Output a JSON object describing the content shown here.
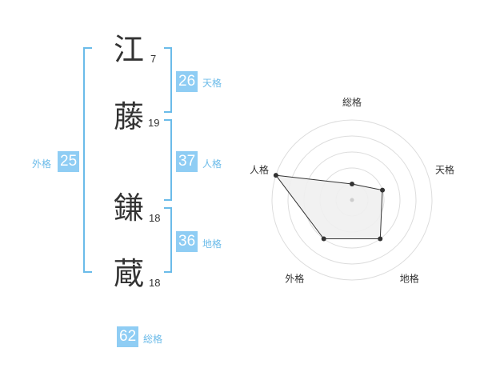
{
  "name": {
    "chars": [
      {
        "char": "江",
        "strokes": "7"
      },
      {
        "char": "藤",
        "strokes": "19"
      },
      {
        "char": "鎌",
        "strokes": "18"
      },
      {
        "char": "蔵",
        "strokes": "18"
      }
    ]
  },
  "scores": {
    "tenkaku": {
      "value": "26",
      "label": "天格"
    },
    "jinkaku": {
      "value": "37",
      "label": "人格"
    },
    "chikaku": {
      "value": "36",
      "label": "地格"
    },
    "gaikaku": {
      "value": "25",
      "label": "外格"
    },
    "soukaku": {
      "value": "62",
      "label": "総格"
    }
  },
  "colors": {
    "accent": "#8fcdf4",
    "bracket": "#6bbbe9",
    "label": "#6bbbe9",
    "radar_fill": "#efefef",
    "radar_line": "#333333",
    "grid": "#dddddd"
  },
  "chart_data": {
    "type": "radar",
    "axes": [
      "総格",
      "天格",
      "地格",
      "外格",
      "人格"
    ],
    "values": [
      1,
      2,
      3,
      3,
      5
    ],
    "rmax": 5
  }
}
